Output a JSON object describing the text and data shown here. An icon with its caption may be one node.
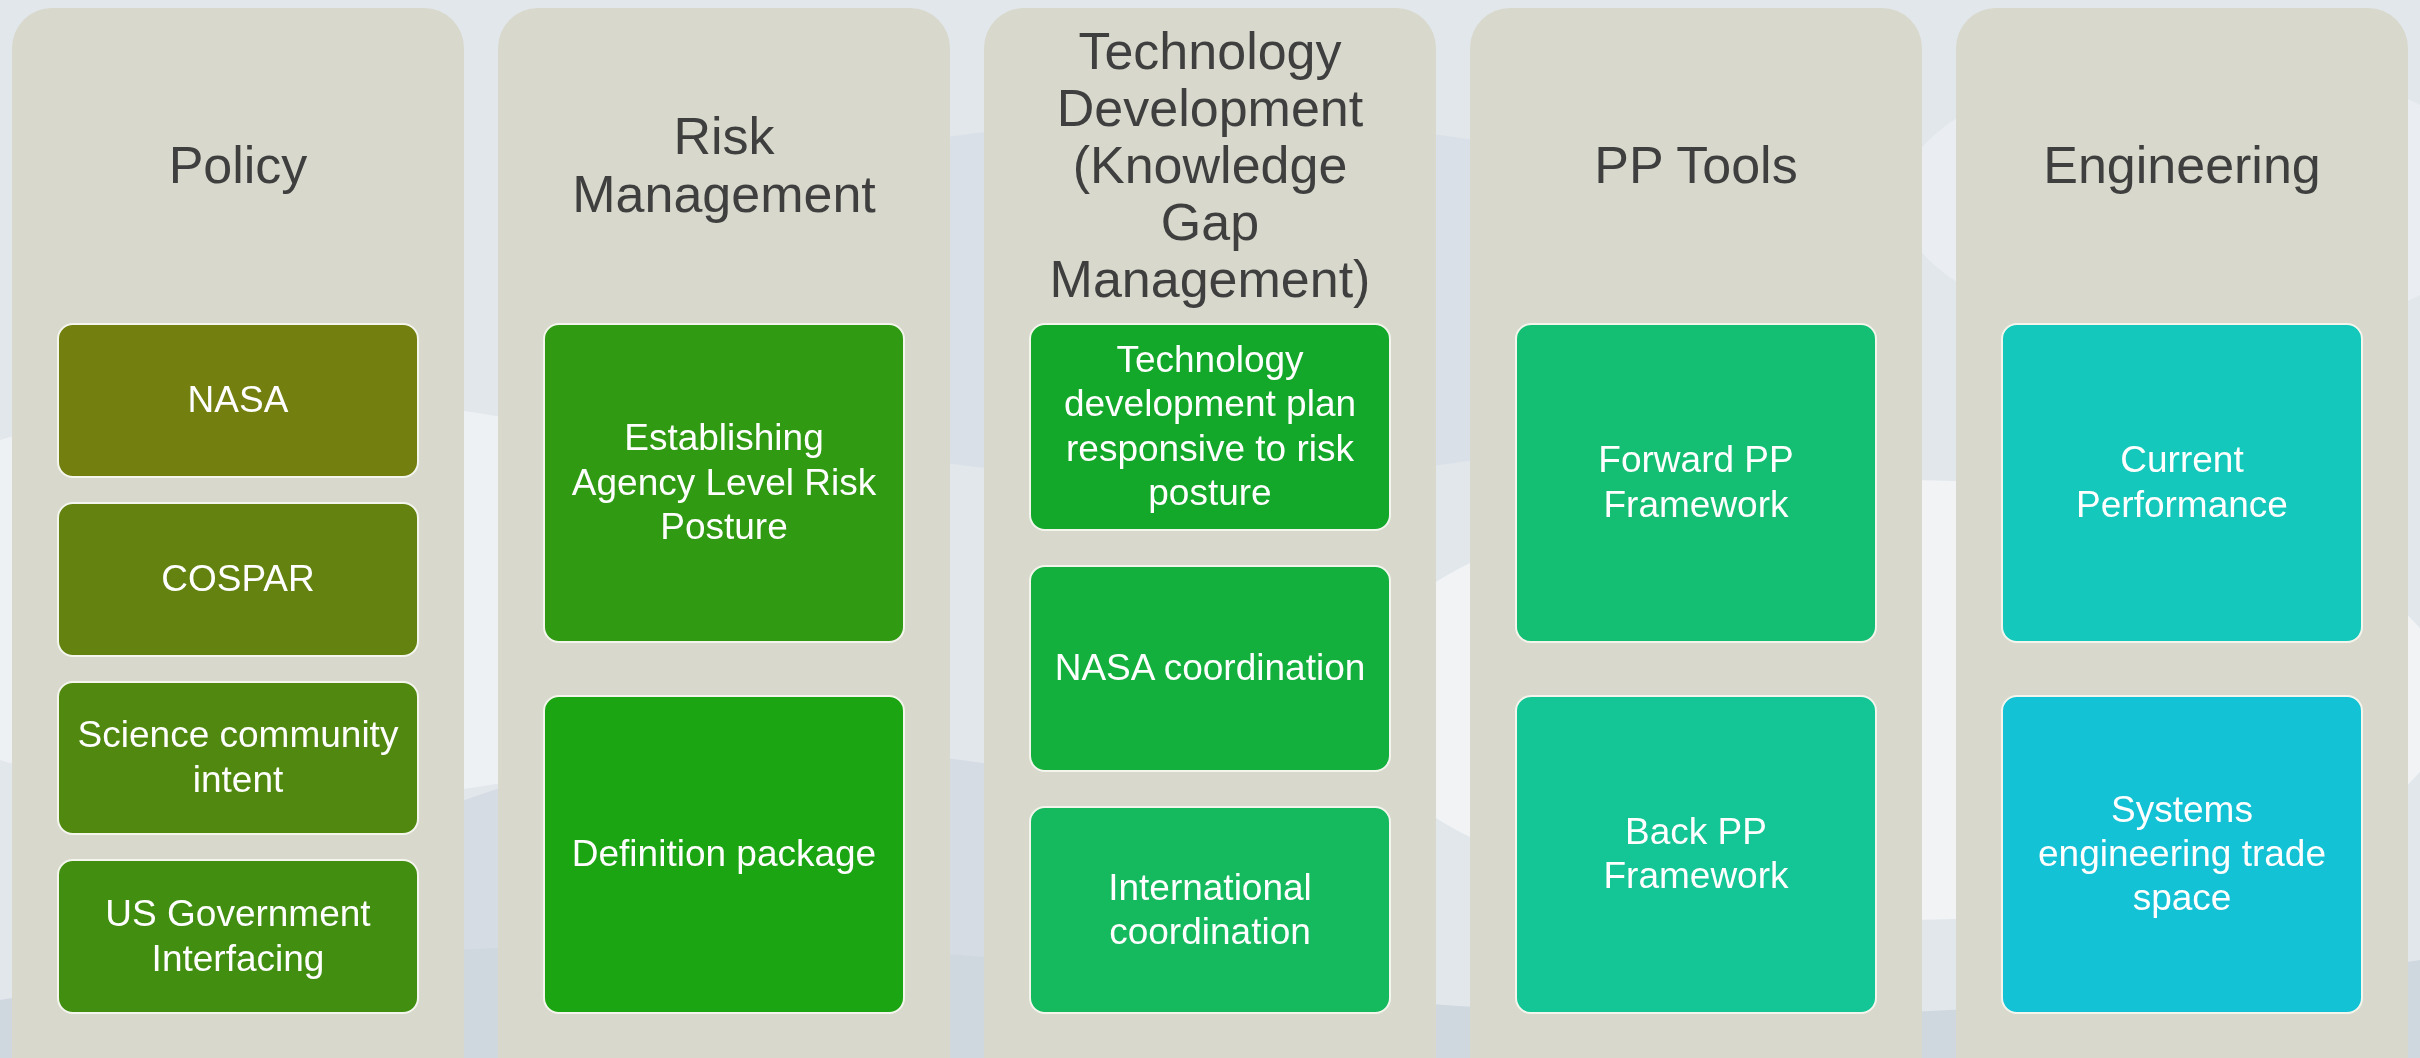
{
  "diagram": {
    "nodes": [
      {
        "text": [
          "Policy"
        ]
      },
      {
        "text": [
          "NASA"
        ],
        "in": 0
      },
      {
        "text": [
          "COSPAR"
        ],
        "in": 0
      },
      {
        "text": [
          "Science community intent"
        ],
        "in": 0
      },
      {
        "text": [
          "US Government Interfacing"
        ],
        "in": 0
      },
      {
        "text": [
          "Risk Management"
        ]
      },
      {
        "text": [
          "Establishing Agency Level Risk Posture"
        ],
        "in": 5
      },
      {
        "text": [
          "Definition package"
        ],
        "in": 5
      },
      {
        "text": [
          "Technology Development (Knowledge Gap Management)"
        ]
      },
      {
        "text": [
          "Technology development plan responsive to risk posture"
        ],
        "in": 8
      },
      {
        "text": [
          "NASA coordination"
        ],
        "in": 8
      },
      {
        "text": [
          "International coordination"
        ],
        "in": 8
      },
      {
        "text": [
          "PP Tools"
        ]
      },
      {
        "text": [
          "Forward PP Framework"
        ],
        "in": 12
      },
      {
        "text": [
          "Back PP Framework"
        ],
        "in": 12
      },
      {
        "text": [
          "Engineering"
        ]
      },
      {
        "text": [
          "Current Performance"
        ],
        "in": 15
      },
      {
        "text": [
          "Systems engineering trade space"
        ],
        "in": 15
      }
    ]
  }
}
